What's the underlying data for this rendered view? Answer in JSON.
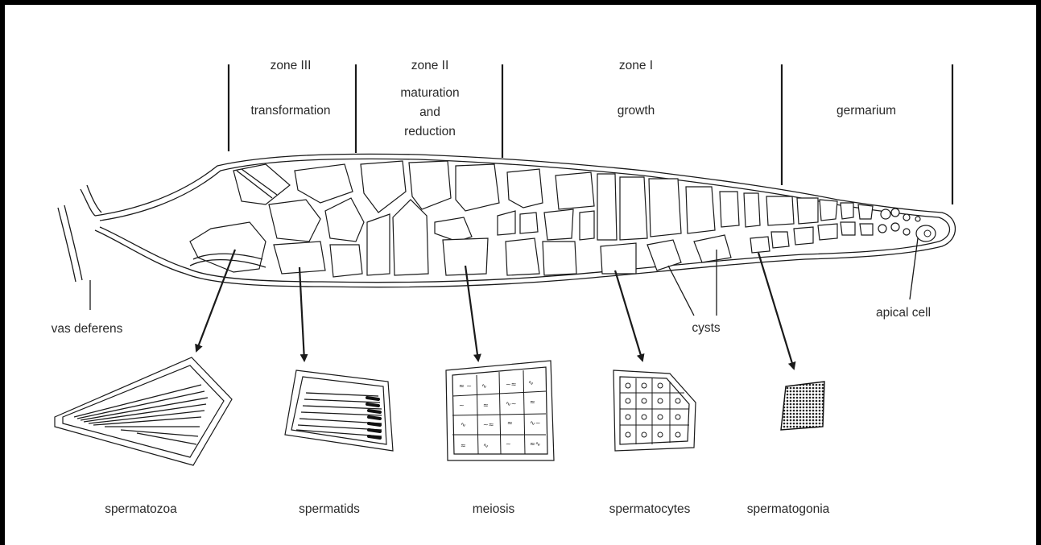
{
  "zones": {
    "zone3": "zone III",
    "zone2": "zone II",
    "zone1": "zone I",
    "transformation": "transformation",
    "maturation_1": "maturation",
    "maturation_2": "and",
    "maturation_3": "reduction",
    "growth": "growth",
    "germarium": "germarium"
  },
  "labels": {
    "vas_deferens": "vas deferens",
    "cysts": "cysts",
    "apical_cell": "apical cell"
  },
  "stages": {
    "spermatozoa": "spermatozoa",
    "spermatids": "spermatids",
    "meiosis": "meiosis",
    "spermatocytes": "spermatocytes",
    "spermatogonia": "spermatogonia"
  }
}
